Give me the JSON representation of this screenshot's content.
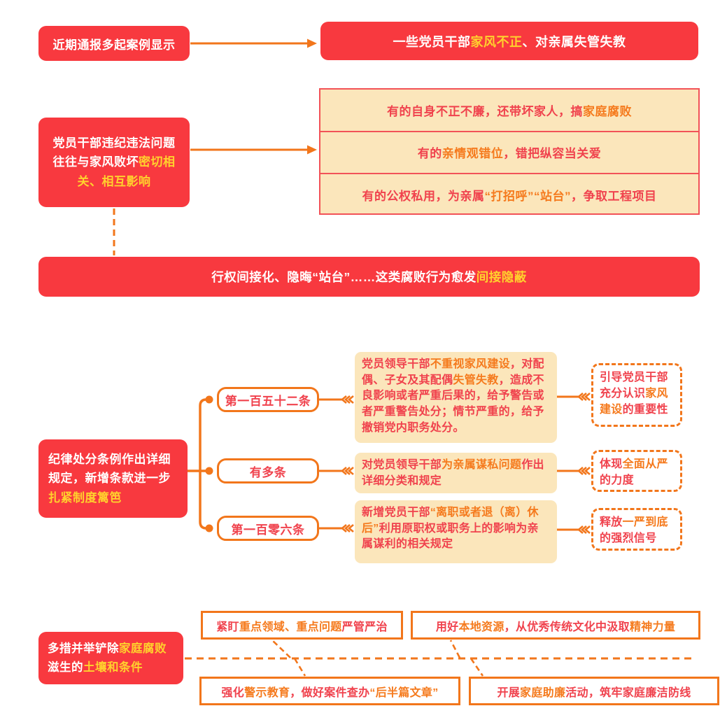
{
  "palette": {
    "box_red": "#f8393f",
    "highlight_yellow": "#ffd12d",
    "text_red": "#f0424d",
    "accent_orange": "#f2761b",
    "panel_cream": "#fbe6bb"
  },
  "top_flow": {
    "case_box": [
      {
        "t": "近期通报多起案例显示",
        "c": "w"
      }
    ],
    "result_box": [
      {
        "t": "一些党员干部",
        "c": "w"
      },
      {
        "t": "家风不正",
        "c": "y"
      },
      {
        "t": "、对亲属失管失教",
        "c": "w"
      }
    ]
  },
  "family_section": {
    "cause_box": [
      {
        "t": "党员干部违纪违法问题往往与家风败坏",
        "c": "w"
      },
      {
        "t": "密切相关、相互影响",
        "c": "y"
      }
    ],
    "example_rows": [
      [
        {
          "t": "有的自身不正不廉，还带坏家人，搞",
          "c": "r"
        },
        {
          "t": "家庭腐败",
          "c": "o"
        }
      ],
      [
        {
          "t": "有的",
          "c": "r"
        },
        {
          "t": "亲情观错位",
          "c": "o"
        },
        {
          "t": "，错把纵容当关爱",
          "c": "r"
        }
      ],
      [
        {
          "t": "有的公权私用，为亲属",
          "c": "r"
        },
        {
          "t": "“打招呼”“站台”",
          "c": "o"
        },
        {
          "t": "，争取工程项目",
          "c": "r"
        }
      ]
    ],
    "banner": [
      {
        "t": "行权间接化、隐晦“站台”……这类腐败行为愈发",
        "c": "w"
      },
      {
        "t": "间接隐蔽",
        "c": "y"
      }
    ]
  },
  "regulation_section": {
    "intro_box": [
      {
        "t": "纪律处分条例作出详细规定，新增条款进一步",
        "c": "w"
      },
      {
        "t": "扎紧制度篱笆",
        "c": "y"
      }
    ],
    "branches": [
      {
        "label": [
          {
            "t": "第一百五十二条",
            "c": "r"
          }
        ],
        "detail": [
          {
            "t": "党员领导干部",
            "c": "r"
          },
          {
            "t": "不重视家风建设",
            "c": "o"
          },
          {
            "t": "，对配偶、子女及其配偶",
            "c": "r"
          },
          {
            "t": "失管失教",
            "c": "o"
          },
          {
            "t": "，造成不良影响或者严重后果的，给予警告或者严重警告处分；情节严重的，给予撤销党内职务处分。",
            "c": "r"
          }
        ],
        "effect": [
          {
            "t": "引导党员干部充分认识",
            "c": "r"
          },
          {
            "t": "家风建设",
            "c": "o"
          },
          {
            "t": "的重要性",
            "c": "r"
          }
        ]
      },
      {
        "label": [
          {
            "t": "有多条",
            "c": "r"
          }
        ],
        "detail": [
          {
            "t": "对党员领导干部",
            "c": "r"
          },
          {
            "t": "为亲属谋私问题",
            "c": "o"
          },
          {
            "t": "作出详细分类和规定",
            "c": "r"
          }
        ],
        "effect": [
          {
            "t": "体现",
            "c": "r"
          },
          {
            "t": "全面从严",
            "c": "o"
          },
          {
            "t": "的力度",
            "c": "r"
          }
        ]
      },
      {
        "label": [
          {
            "t": "第一百零六条",
            "c": "r"
          }
        ],
        "detail": [
          {
            "t": "新增党员干部",
            "c": "r"
          },
          {
            "t": "“离职或者退（离）休后”",
            "c": "o"
          },
          {
            "t": "利用原职权或职务上的影响为亲属谋利的相关规定",
            "c": "r"
          }
        ],
        "effect": [
          {
            "t": "释放",
            "c": "r"
          },
          {
            "t": "一严到底",
            "c": "o"
          },
          {
            "t": "的强烈信号",
            "c": "r"
          }
        ]
      }
    ]
  },
  "measures_section": {
    "intro_box": [
      {
        "t": "多措并举铲除",
        "c": "w"
      },
      {
        "t": "家庭腐败",
        "c": "y"
      },
      {
        "t": "滋生的",
        "c": "w"
      },
      {
        "t": "土壤和条件",
        "c": "y"
      }
    ],
    "measures": [
      [
        {
          "t": "紧盯",
          "c": "r"
        },
        {
          "t": "重点领域、重点问题",
          "c": "o"
        },
        {
          "t": "严管严治",
          "c": "r"
        }
      ],
      [
        {
          "t": "用好",
          "c": "r"
        },
        {
          "t": "本地资源",
          "c": "o"
        },
        {
          "t": "，从优秀传统文化中汲取",
          "c": "r"
        },
        {
          "t": "精神力量",
          "c": "o"
        }
      ],
      [
        {
          "t": "强化",
          "c": "r"
        },
        {
          "t": "警示教育",
          "c": "o"
        },
        {
          "t": "，做好案件查办",
          "c": "r"
        },
        {
          "t": "“后半篇文章”",
          "c": "o"
        }
      ],
      [
        {
          "t": "开展",
          "c": "r"
        },
        {
          "t": "家庭助廉",
          "c": "o"
        },
        {
          "t": "活动，筑牢家庭廉洁防线",
          "c": "r"
        }
      ]
    ]
  }
}
